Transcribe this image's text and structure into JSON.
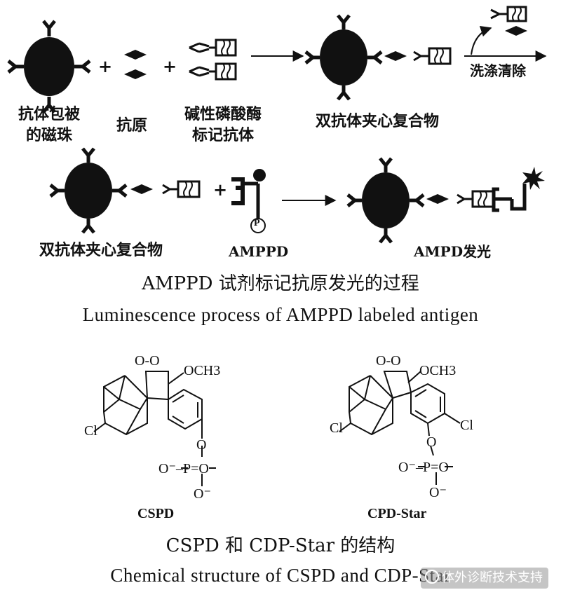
{
  "row1": {
    "bead_label": "抗体包被\n的磁珠",
    "plus1": "+",
    "antigen_label": "抗原",
    "plus2": "+",
    "enzyme_antibody_label": "碱性磷酸酶\n标记抗体",
    "complex_label": "双抗体夹心复合物",
    "wash_label": "洗涤清除"
  },
  "row2": {
    "complex_label": "双抗体夹心复合物",
    "plus": "+",
    "ampppd_label": "AMPPD",
    "phosphate_symbol": "P",
    "glow_label": "AMPD发光"
  },
  "caption1": {
    "cn": "AMPPD 试剂标记抗原发光的过程",
    "en": "Luminescence process of AMPPD labeled antigen"
  },
  "structures": {
    "csp_name": "CSPD",
    "cdp_name": "CPD-Star",
    "oo": "O-O",
    "och3": "OCH3",
    "cl": "Cl",
    "o": "O",
    "phosphate": "O⁻–P=O",
    "o_minus": "O⁻"
  },
  "caption2": {
    "cn": "CSPD 和 CDP-Star 的结构",
    "en": "Chemical structure of CSPD and CDP-Star"
  },
  "watermark": "体外诊断技术支持"
}
